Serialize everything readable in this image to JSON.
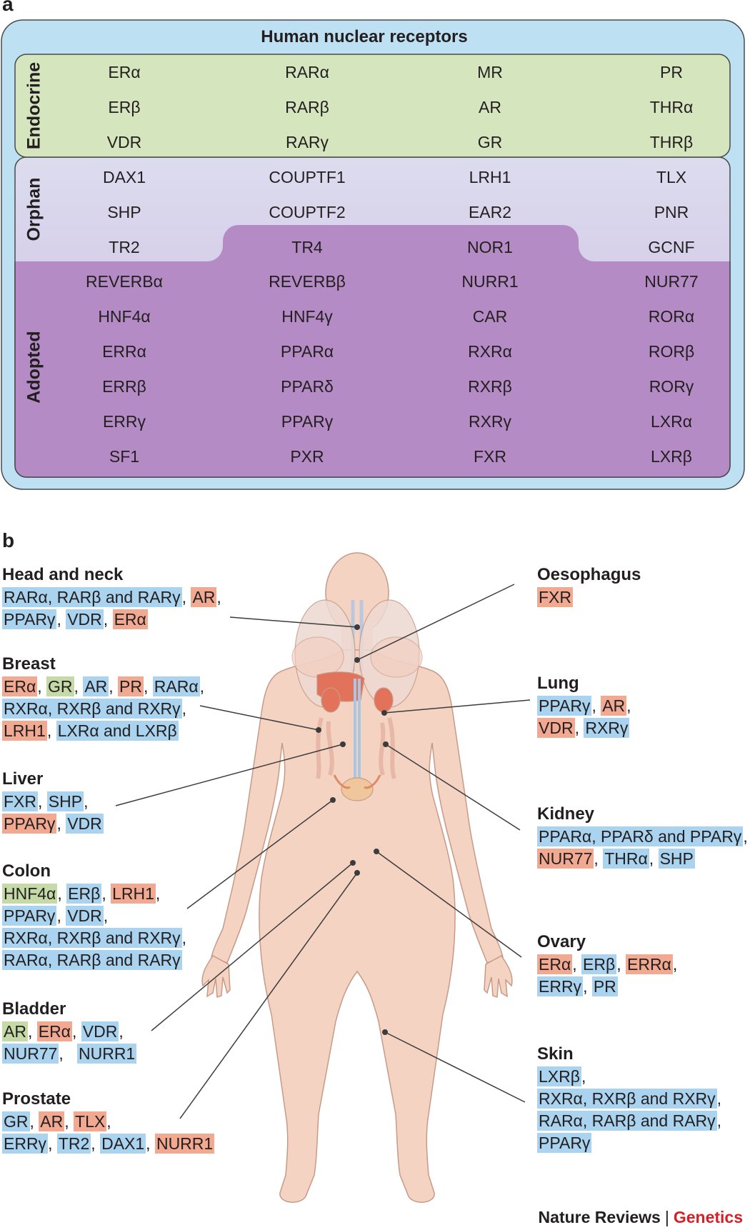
{
  "panel_a": {
    "letter": "a",
    "title": "Human nuclear receptors",
    "groups": {
      "endocrine": "Endocrine",
      "orphan": "Orphan",
      "adopted": "Adopted"
    },
    "rows": [
      [
        "ERα",
        "RARα",
        "MR",
        "PR"
      ],
      [
        "ERβ",
        "RARβ",
        "AR",
        "THRα"
      ],
      [
        "VDR",
        "RARγ",
        "GR",
        "THRβ"
      ],
      [
        "DAX1",
        "COUPTF1",
        "LRH1",
        "TLX"
      ],
      [
        "SHP",
        "COUPTF2",
        "EAR2",
        "PNR"
      ],
      [
        "TR2",
        "TR4",
        "NOR1",
        "GCNF"
      ],
      [
        "REVERBα",
        "REVERBβ",
        "NURR1",
        "NUR77"
      ],
      [
        "HNF4α",
        "HNF4γ",
        "CAR",
        "RORα"
      ],
      [
        "ERRα",
        "PPARα",
        "RXRα",
        "RORβ"
      ],
      [
        "ERRβ",
        "PPARδ",
        "RXRβ",
        "RORγ"
      ],
      [
        "ERRγ",
        "PPARγ",
        "RXRγ",
        "LXRα"
      ],
      [
        "SF1",
        "PXR",
        "FXR",
        "LXRβ"
      ]
    ],
    "colors": {
      "outer": "#bde0f2",
      "endocrine": "#d5e5bd",
      "orphan_top": "#dcdcef",
      "orphan_bottom": "#cbb9de",
      "adopted": "#b58bc6"
    }
  },
  "panel_b": {
    "letter": "b",
    "legend_colors": {
      "blue": "#a9d3ee",
      "red": "#f2a992",
      "green": "#c5daa6"
    },
    "left_organs": [
      {
        "name": "Head and neck",
        "lines": [
          [
            {
              "t": "RARα, RARβ and RARγ",
              "c": "blue"
            },
            {
              "t": ", "
            },
            {
              "t": "AR",
              "c": "red"
            },
            {
              "t": ","
            }
          ],
          [
            {
              "t": "PPARγ",
              "c": "blue"
            },
            {
              "t": ", "
            },
            {
              "t": "VDR",
              "c": "blue"
            },
            {
              "t": ", "
            },
            {
              "t": "ERα",
              "c": "red"
            }
          ]
        ]
      },
      {
        "name": "Breast",
        "lines": [
          [
            {
              "t": "ERα",
              "c": "red"
            },
            {
              "t": ", "
            },
            {
              "t": "GR",
              "c": "green"
            },
            {
              "t": ", "
            },
            {
              "t": "AR",
              "c": "blue"
            },
            {
              "t": ", "
            },
            {
              "t": "PR",
              "c": "red"
            },
            {
              "t": ", "
            },
            {
              "t": "RARα",
              "c": "blue"
            },
            {
              "t": ","
            }
          ],
          [
            {
              "t": "RXRα, RXRβ and RXRγ",
              "c": "blue"
            },
            {
              "t": ","
            }
          ],
          [
            {
              "t": "LRH1",
              "c": "red"
            },
            {
              "t": ", "
            },
            {
              "t": "LXRα and LXRβ",
              "c": "blue"
            }
          ]
        ]
      },
      {
        "name": "Liver",
        "lines": [
          [
            {
              "t": "FXR",
              "c": "blue"
            },
            {
              "t": ", "
            },
            {
              "t": "SHP",
              "c": "blue"
            },
            {
              "t": ","
            }
          ],
          [
            {
              "t": "PPARγ",
              "c": "red"
            },
            {
              "t": ", "
            },
            {
              "t": "VDR",
              "c": "blue"
            }
          ]
        ]
      },
      {
        "name": "Colon",
        "lines": [
          [
            {
              "t": "HNF4α",
              "c": "green"
            },
            {
              "t": ", "
            },
            {
              "t": "ERβ",
              "c": "blue"
            },
            {
              "t": ", "
            },
            {
              "t": "LRH1",
              "c": "red"
            },
            {
              "t": ","
            }
          ],
          [
            {
              "t": "PPARγ",
              "c": "blue"
            },
            {
              "t": ", "
            },
            {
              "t": "VDR",
              "c": "blue"
            },
            {
              "t": ","
            }
          ],
          [
            {
              "t": "RXRα, RXRβ and RXRγ",
              "c": "blue"
            },
            {
              "t": ","
            }
          ],
          [
            {
              "t": "RARα, RARβ and RARγ",
              "c": "blue"
            }
          ]
        ]
      },
      {
        "name": "Bladder",
        "lines": [
          [
            {
              "t": "AR",
              "c": "green"
            },
            {
              "t": ", "
            },
            {
              "t": "ERα",
              "c": "red"
            },
            {
              "t": ", "
            },
            {
              "t": "VDR",
              "c": "blue"
            },
            {
              "t": ","
            }
          ],
          [
            {
              "t": "NUR77",
              "c": "blue"
            },
            {
              "t": ",   "
            },
            {
              "t": "NURR1",
              "c": "blue"
            }
          ]
        ]
      },
      {
        "name": "Prostate",
        "lines": [
          [
            {
              "t": "GR",
              "c": "blue"
            },
            {
              "t": ", "
            },
            {
              "t": "AR",
              "c": "red"
            },
            {
              "t": ", "
            },
            {
              "t": "TLX",
              "c": "red"
            },
            {
              "t": ","
            }
          ],
          [
            {
              "t": "ERRγ",
              "c": "blue"
            },
            {
              "t": ", "
            },
            {
              "t": "TR2",
              "c": "blue"
            },
            {
              "t": ", "
            },
            {
              "t": "DAX1",
              "c": "blue"
            },
            {
              "t": ", "
            },
            {
              "t": "NURR1",
              "c": "red"
            }
          ]
        ]
      }
    ],
    "right_organs": [
      {
        "name": "Oesophagus",
        "lines": [
          [
            {
              "t": "FXR",
              "c": "red"
            }
          ]
        ]
      },
      {
        "name": "Lung",
        "lines": [
          [
            {
              "t": "PPARγ",
              "c": "blue"
            },
            {
              "t": ", "
            },
            {
              "t": "AR",
              "c": "red"
            },
            {
              "t": ","
            }
          ],
          [
            {
              "t": "VDR",
              "c": "red"
            },
            {
              "t": ", "
            },
            {
              "t": "RXRγ",
              "c": "blue"
            }
          ]
        ]
      },
      {
        "name": "Kidney",
        "lines": [
          [
            {
              "t": "PPARα, PPARδ and PPARγ",
              "c": "blue"
            },
            {
              "t": ","
            }
          ],
          [
            {
              "t": "NUR77",
              "c": "red"
            },
            {
              "t": ", "
            },
            {
              "t": "THRα",
              "c": "blue"
            },
            {
              "t": ", "
            },
            {
              "t": "SHP",
              "c": "blue"
            }
          ]
        ]
      },
      {
        "name": "Ovary",
        "lines": [
          [
            {
              "t": "ERα",
              "c": "red"
            },
            {
              "t": ", "
            },
            {
              "t": "ERβ",
              "c": "blue"
            },
            {
              "t": ", "
            },
            {
              "t": "ERRα",
              "c": "red"
            },
            {
              "t": ","
            }
          ],
          [
            {
              "t": "ERRγ",
              "c": "blue"
            },
            {
              "t": ", "
            },
            {
              "t": "PR",
              "c": "blue"
            }
          ]
        ]
      },
      {
        "name": "Skin",
        "lines": [
          [
            {
              "t": "LXRβ",
              "c": "blue"
            },
            {
              "t": ","
            }
          ],
          [
            {
              "t": "RXRα, RXRβ and RXRγ",
              "c": "blue"
            },
            {
              "t": ","
            }
          ],
          [
            {
              "t": "RARα, RARβ and RARγ",
              "c": "blue"
            },
            {
              "t": ","
            }
          ],
          [
            {
              "t": "PPARγ",
              "c": "blue"
            }
          ]
        ]
      }
    ]
  },
  "credit": {
    "journal": "Nature Reviews",
    "separator": "|",
    "subject": "Genetics"
  }
}
